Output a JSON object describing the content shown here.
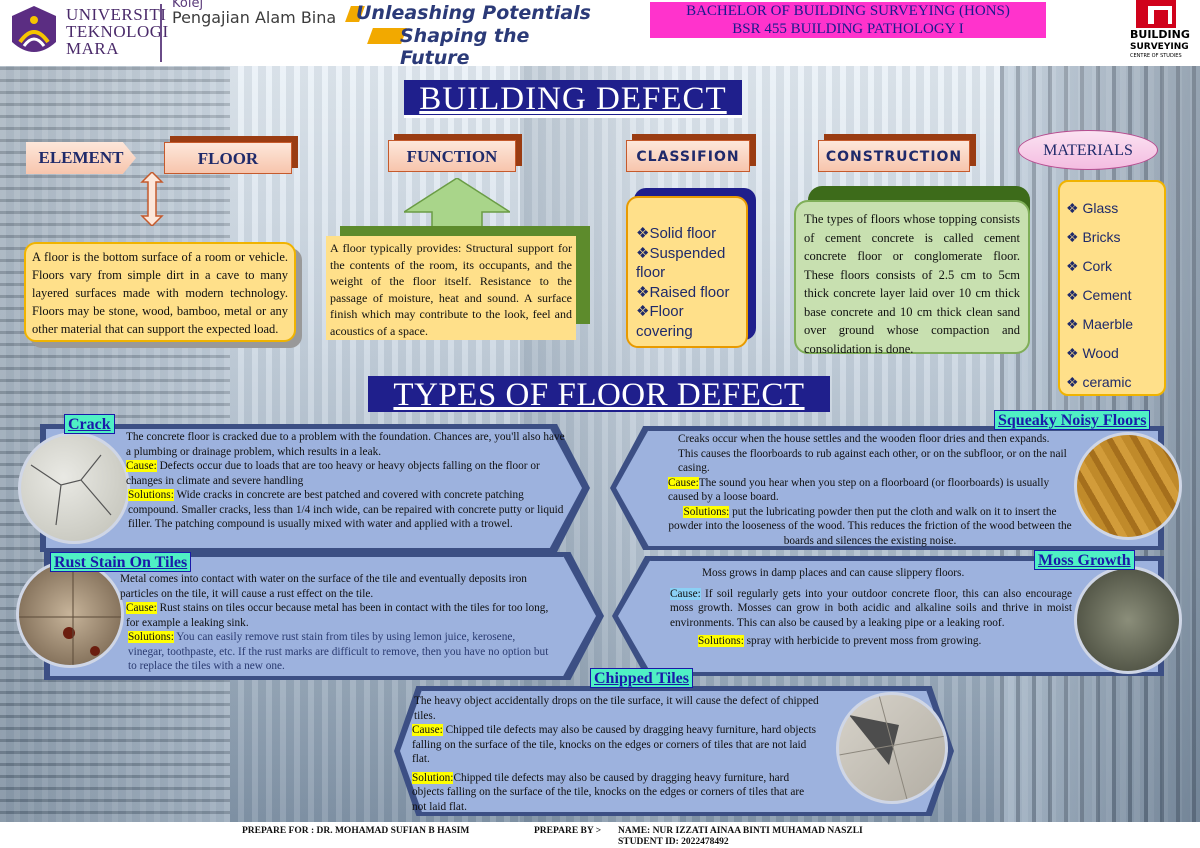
{
  "header": {
    "university_line1": "UNIVERSITI",
    "university_line2": "TEKNOLOGI",
    "university_line3": "MARA",
    "kolej": "Kolej",
    "college_name": "Pengajian Alam Bina",
    "slogan_line1": "Unleashing Potentials",
    "slogan_line2": "Shaping the Future",
    "course_line1": "BACHELOR OF BUILDING SURVEYING (HONS)",
    "course_line2": "BSR 455 BUILDING PATHOLOGY I",
    "centre_logo_line1": "BUILDING",
    "centre_logo_line2": "SURVEYING",
    "centre_logo_line3": "CENTRE OF STUDIES"
  },
  "titles": {
    "main": "BUILDING DEFECT",
    "types": "TYPES OF FLOOR DEFECT"
  },
  "tags": {
    "element": "ELEMENT",
    "floor": "FLOOR",
    "function": "FUNCTION",
    "classifion": "CLASSIFION",
    "construction": "CONSTRUCTION",
    "materials": "MATERIALS"
  },
  "floor_text": "A floor is the bottom surface of a room or vehicle. Floors vary from simple dirt in a cave to many layered surfaces made with modern technology. Floors may be stone, wood, bamboo, metal or any other material that can support the expected load.",
  "function_text": "A floor typically provides: Structural support for the contents of the room, its occupants, and the weight of the floor itself. Resistance to the passage of moisture, heat and sound. A surface finish which may contribute to the look, feel and acoustics of a space.",
  "classification": [
    "❖Solid floor",
    "❖Suspended floor",
    "❖Raised floor",
    "❖Floor covering"
  ],
  "construction_text": "The types of floors whose topping consists of cement concrete is called cement concrete floor or conglomerate floor. These floors consists of 2.5 cm to 5cm thick concrete layer laid over 10 cm thick base concrete and 10 cm thick clean sand over ground whose compaction and consolidation is done.",
  "materials": [
    "❖  Glass",
    "❖  Bricks",
    "❖  Cork",
    "❖  Cement",
    "❖  Maerble",
    "❖  Wood",
    "❖  ceramic"
  ],
  "defects": {
    "crack": {
      "label": "Crack",
      "intro": "The concrete floor is cracked due to a problem with the foundation. Chances are, you'll also have a plumbing or drainage problem, which results in a leak.",
      "cause_label": "Cause:",
      "cause": " Defects occur due to loads that are too heavy or heavy objects falling on the floor or changes in climate and severe handling",
      "solutions_label": "Solutions:",
      "solutions": " Wide cracks in concrete are best patched and covered with concrete patching compound. Smaller cracks, less than 1/4 inch wide, can be repaired with concrete putty or liquid filler. The patching compound is usually mixed with water and applied with a trowel."
    },
    "rust": {
      "label": "Rust Stain On Tiles",
      "intro": "Metal comes into contact with water on the surface of the tile and eventually deposits iron particles on the tile, it will cause a rust effect on the tile.",
      "cause_label": "Cause:",
      "cause": " Rust stains on tiles occur because metal has been in contact with the tiles for too long, for example a leaking sink.",
      "solutions_label": "Solutions:",
      "solutions": " You can easily remove rust stain from tiles by using lemon juice, kerosene, vinegar, toothpaste, etc. If the rust marks are difficult to remove, then you have no option but to replace the tiles with a new one."
    },
    "squeaky": {
      "label": "Squeaky Noisy Floors",
      "intro": "Creaks occur when the house settles and the wooden floor dries and then expands. This causes the floorboards to rub against each other, or on the subfloor, or on the nail casing.",
      "cause_label": "Cause:",
      "cause": "The sound you hear when you step on a floorboard (or floorboards) is usually caused by a loose board.",
      "solutions_label": "Solutions:",
      "solutions": " put the lubricating powder then put the cloth and walk on it to insert the powder into the looseness of the wood. This reduces the friction of the wood between the boards and silences the existing noise."
    },
    "moss": {
      "label": "Moss Growth",
      "intro": "Moss grows in damp places and can cause slippery floors.",
      "cause_label": "Cause:",
      "cause": " If soil regularly gets into your outdoor concrete floor, this can also encourage moss growth. Mosses can grow in both acidic and alkaline soils and thrive in moist environments. This can also be caused by a leaking pipe or a leaking roof.",
      "solutions_label": "Solutions:",
      "solutions": " spray with herbicide to prevent moss from growing."
    },
    "chipped": {
      "label": "Chipped Tiles",
      "intro": "The heavy object accidentally drops on the tile surface, it will cause the defect of chipped tiles.",
      "cause_label": "Cause:",
      "cause": " Chipped tile defects may also be caused by dragging heavy furniture, hard objects falling on the surface of the tile, knocks on the edges or corners of tiles that are not laid flat.",
      "solutions_label": "Solution:",
      "solutions": "Chipped tile defects may also be caused by dragging heavy furniture, hard objects falling on the surface of the tile, knocks on the edges or corners of tiles that are not laid flat."
    }
  },
  "footer": {
    "prepare_for": "PREPARE FOR : DR. MOHAMAD SUFIAN B HASIM",
    "prepare_by": "PREPARE BY >",
    "name": "NAME: NUR IZZATI AINAA BINTI MUHAMAD NASZLI",
    "student_id": "STUDENT ID: 2022478492"
  }
}
